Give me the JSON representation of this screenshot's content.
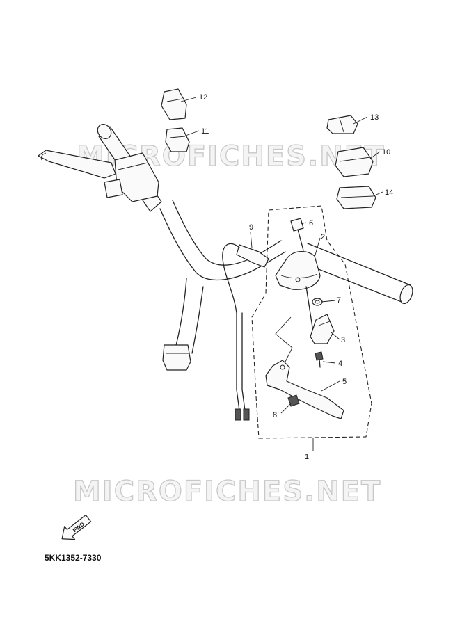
{
  "diagram": {
    "callouts": [
      {
        "id": "c1",
        "label": "1"
      },
      {
        "id": "c2",
        "label": "2"
      },
      {
        "id": "c3",
        "label": "3"
      },
      {
        "id": "c4",
        "label": "4"
      },
      {
        "id": "c5",
        "label": "5"
      },
      {
        "id": "c6",
        "label": "6"
      },
      {
        "id": "c7",
        "label": "7"
      },
      {
        "id": "c8",
        "label": "8"
      },
      {
        "id": "c9",
        "label": "9"
      },
      {
        "id": "c10",
        "label": "10"
      },
      {
        "id": "c11",
        "label": "11"
      },
      {
        "id": "c12",
        "label": "12"
      },
      {
        "id": "c13",
        "label": "13"
      },
      {
        "id": "c14",
        "label": "14"
      }
    ],
    "watermark_top": "MICROFICHES.NET",
    "watermark_bottom": "MICROFICHES.NET",
    "fwd_label": "FWD",
    "diagram_code": "5KK1352-7330",
    "colors": {
      "line": "#222222",
      "watermark": "#c8c8c8",
      "background": "#ffffff"
    }
  }
}
